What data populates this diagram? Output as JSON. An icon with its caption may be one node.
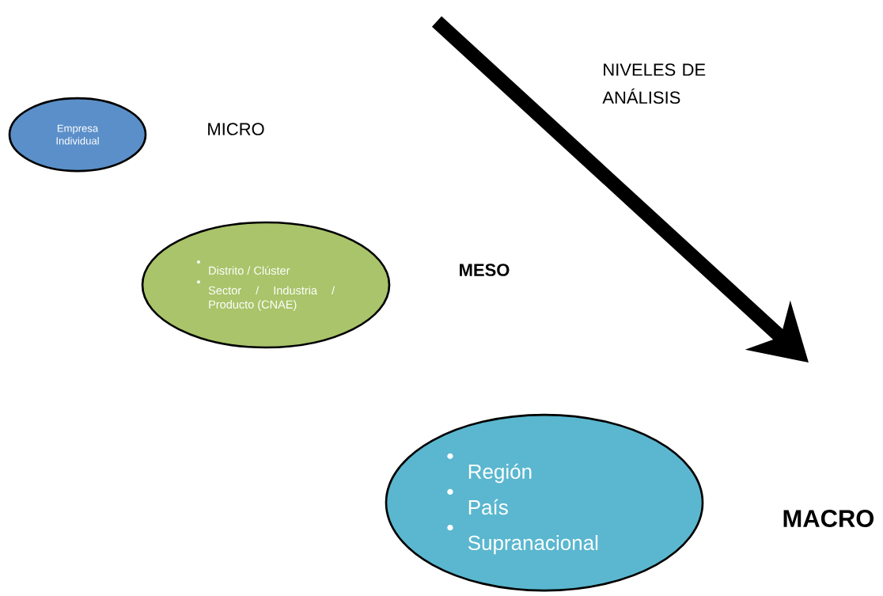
{
  "diagram": {
    "nodes": [
      {
        "text": [
          "Empresa Individual"
        ]
      },
      {
        "text": [
          "Distrito / Clúster",
          "Sector /  Industria / Producto (CNAE)"
        ]
      },
      {
        "text": [
          "Región",
          "País",
          "Supranacional"
        ]
      }
    ],
    "labels": [
      "NIVELES DE ANÁLISIS",
      "MICRO",
      "MESO",
      "MACRO"
    ]
  }
}
